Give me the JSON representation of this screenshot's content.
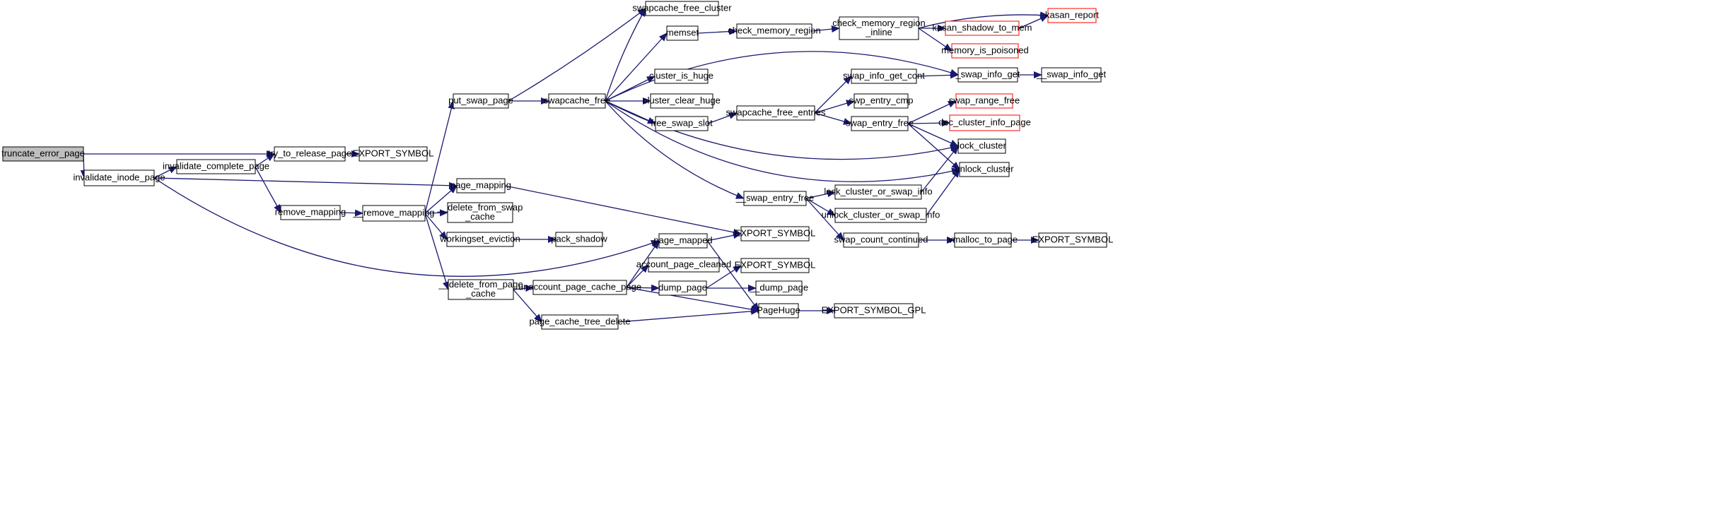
{
  "colors": {
    "edge": "#191970",
    "node_border": "#000000",
    "linked_node_border": "#ff0000",
    "root_fill": "#bfbfbf",
    "node_fill": "#ffffff"
  },
  "nodes": [
    {
      "id": "truncate_error_page",
      "lines": [
        "truncate_error_page"
      ],
      "root": true
    },
    {
      "id": "invalidate_inode_page",
      "lines": [
        "invalidate_inode_page"
      ]
    },
    {
      "id": "try_to_release_page",
      "lines": [
        "try_to_release_page"
      ]
    },
    {
      "id": "EXPORT_SYMBOL_1",
      "lines": [
        "EXPORT_SYMBOL"
      ]
    },
    {
      "id": "invalidate_complete_page",
      "lines": [
        "invalidate_complete_page"
      ]
    },
    {
      "id": "remove_mapping",
      "lines": [
        "remove_mapping"
      ]
    },
    {
      "id": "__remove_mapping",
      "lines": [
        "__remove_mapping"
      ]
    },
    {
      "id": "put_swap_page",
      "lines": [
        "put_swap_page"
      ]
    },
    {
      "id": "page_mapping",
      "lines": [
        "page_mapping"
      ]
    },
    {
      "id": "__delete_from_swap_cache",
      "lines": [
        "__delete_from_swap",
        "_cache"
      ]
    },
    {
      "id": "workingset_eviction",
      "lines": [
        "workingset_eviction"
      ]
    },
    {
      "id": "pack_shadow",
      "lines": [
        "pack_shadow"
      ]
    },
    {
      "id": "__delete_from_page_cache",
      "lines": [
        "__delete_from_page",
        "_cache"
      ]
    },
    {
      "id": "unaccount_page_cache_page",
      "lines": [
        "unaccount_page_cache_page"
      ]
    },
    {
      "id": "page_cache_tree_delete",
      "lines": [
        "page_cache_tree_delete"
      ]
    },
    {
      "id": "page_mapped",
      "lines": [
        "page_mapped"
      ]
    },
    {
      "id": "account_page_cleaned",
      "lines": [
        "account_page_cleaned"
      ]
    },
    {
      "id": "dump_page",
      "lines": [
        "dump_page"
      ]
    },
    {
      "id": "EXPORT_SYMBOL_2",
      "lines": [
        "EXPORT_SYMBOL"
      ]
    },
    {
      "id": "EXPORT_SYMBOL_3",
      "lines": [
        "EXPORT_SYMBOL"
      ]
    },
    {
      "id": "__dump_page",
      "lines": [
        "__dump_page"
      ]
    },
    {
      "id": "PageHuge",
      "lines": [
        "PageHuge"
      ]
    },
    {
      "id": "EXPORT_SYMBOL_GPL",
      "lines": [
        "EXPORT_SYMBOL_GPL"
      ]
    },
    {
      "id": "swapcache_free",
      "lines": [
        "swapcache_free"
      ]
    },
    {
      "id": "swapcache_free_cluster",
      "lines": [
        "swapcache_free_cluster"
      ]
    },
    {
      "id": "memset",
      "lines": [
        "memset"
      ]
    },
    {
      "id": "cluster_is_huge",
      "lines": [
        "cluster_is_huge"
      ]
    },
    {
      "id": "cluster_clear_huge",
      "lines": [
        "cluster_clear_huge"
      ]
    },
    {
      "id": "free_swap_slot",
      "lines": [
        "free_swap_slot"
      ]
    },
    {
      "id": "check_memory_region",
      "lines": [
        "check_memory_region"
      ]
    },
    {
      "id": "check_memory_region_inline",
      "lines": [
        "check_memory_region",
        "_inline"
      ]
    },
    {
      "id": "kasan_shadow_to_mem",
      "lines": [
        "kasan_shadow_to_mem"
      ],
      "linked": true
    },
    {
      "id": "kasan_report",
      "lines": [
        "kasan_report"
      ],
      "linked": true
    },
    {
      "id": "memory_is_poisoned",
      "lines": [
        "memory_is_poisoned"
      ],
      "linked": true
    },
    {
      "id": "_swap_info_get",
      "lines": [
        "_swap_info_get"
      ]
    },
    {
      "id": "__swap_info_get",
      "lines": [
        "__swap_info_get"
      ]
    },
    {
      "id": "swapcache_free_entries",
      "lines": [
        "swapcache_free_entries"
      ]
    },
    {
      "id": "swap_info_get_cont",
      "lines": [
        "swap_info_get_cont"
      ]
    },
    {
      "id": "swp_entry_cmp",
      "lines": [
        "swp_entry_cmp"
      ]
    },
    {
      "id": "swap_entry_free",
      "lines": [
        "swap_entry_free"
      ]
    },
    {
      "id": "swap_range_free",
      "lines": [
        "swap_range_free"
      ],
      "linked": true
    },
    {
      "id": "dec_cluster_info_page",
      "lines": [
        "dec_cluster_info_page"
      ],
      "linked": true
    },
    {
      "id": "lock_cluster",
      "lines": [
        "lock_cluster"
      ]
    },
    {
      "id": "unlock_cluster",
      "lines": [
        "unlock_cluster"
      ]
    },
    {
      "id": "__swap_entry_free",
      "lines": [
        "__swap_entry_free"
      ]
    },
    {
      "id": "lock_cluster_or_swap_info",
      "lines": [
        "lock_cluster_or_swap_info"
      ]
    },
    {
      "id": "unlock_cluster_or_swap_info",
      "lines": [
        "unlock_cluster_or_swap_info"
      ]
    },
    {
      "id": "swap_count_continued",
      "lines": [
        "swap_count_continued"
      ]
    },
    {
      "id": "vmalloc_to_page",
      "lines": [
        "vmalloc_to_page"
      ]
    },
    {
      "id": "EXPORT_SYMBOL_4",
      "lines": [
        "EXPORT_SYMBOL"
      ]
    }
  ],
  "edges": [
    [
      "truncate_error_page",
      "try_to_release_page"
    ],
    [
      "truncate_error_page",
      "invalidate_inode_page"
    ],
    [
      "invalidate_inode_page",
      "invalidate_complete_page"
    ],
    [
      "invalidate_inode_page",
      "page_mapping"
    ],
    [
      "invalidate_inode_page",
      "page_mapped"
    ],
    [
      "invalidate_complete_page",
      "try_to_release_page"
    ],
    [
      "invalidate_complete_page",
      "remove_mapping"
    ],
    [
      "try_to_release_page",
      "EXPORT_SYMBOL_1"
    ],
    [
      "remove_mapping",
      "__remove_mapping"
    ],
    [
      "__remove_mapping",
      "put_swap_page"
    ],
    [
      "__remove_mapping",
      "page_mapping"
    ],
    [
      "__remove_mapping",
      "__delete_from_swap_cache"
    ],
    [
      "__remove_mapping",
      "workingset_eviction"
    ],
    [
      "__remove_mapping",
      "__delete_from_page_cache"
    ],
    [
      "put_swap_page",
      "swapcache_free_cluster"
    ],
    [
      "put_swap_page",
      "swapcache_free"
    ],
    [
      "page_mapping",
      "EXPORT_SYMBOL_2"
    ],
    [
      "workingset_eviction",
      "pack_shadow"
    ],
    [
      "__delete_from_page_cache",
      "unaccount_page_cache_page"
    ],
    [
      "__delete_from_page_cache",
      "page_cache_tree_delete"
    ],
    [
      "unaccount_page_cache_page",
      "page_mapped"
    ],
    [
      "unaccount_page_cache_page",
      "account_page_cleaned"
    ],
    [
      "unaccount_page_cache_page",
      "dump_page"
    ],
    [
      "unaccount_page_cache_page",
      "PageHuge"
    ],
    [
      "page_cache_tree_delete",
      "PageHuge"
    ],
    [
      "page_mapped",
      "EXPORT_SYMBOL_2"
    ],
    [
      "page_mapped",
      "PageHuge"
    ],
    [
      "dump_page",
      "EXPORT_SYMBOL_3"
    ],
    [
      "dump_page",
      "__dump_page"
    ],
    [
      "PageHuge",
      "EXPORT_SYMBOL_GPL"
    ],
    [
      "swapcache_free",
      "swapcache_free_cluster"
    ],
    [
      "swapcache_free",
      "memset"
    ],
    [
      "swapcache_free",
      "_swap_info_get"
    ],
    [
      "swapcache_free",
      "cluster_is_huge"
    ],
    [
      "swapcache_free",
      "cluster_clear_huge"
    ],
    [
      "swapcache_free",
      "free_swap_slot"
    ],
    [
      "swapcache_free",
      "lock_cluster"
    ],
    [
      "swapcache_free",
      "unlock_cluster"
    ],
    [
      "swapcache_free",
      "__swap_entry_free"
    ],
    [
      "memset",
      "check_memory_region"
    ],
    [
      "check_memory_region",
      "check_memory_region_inline"
    ],
    [
      "check_memory_region_inline",
      "kasan_report"
    ],
    [
      "check_memory_region_inline",
      "kasan_shadow_to_mem"
    ],
    [
      "check_memory_region_inline",
      "memory_is_poisoned"
    ],
    [
      "kasan_shadow_to_mem",
      "kasan_report"
    ],
    [
      "_swap_info_get",
      "__swap_info_get"
    ],
    [
      "free_swap_slot",
      "swapcache_free_entries"
    ],
    [
      "swapcache_free_entries",
      "swap_info_get_cont"
    ],
    [
      "swapcache_free_entries",
      "swp_entry_cmp"
    ],
    [
      "swapcache_free_entries",
      "swap_entry_free"
    ],
    [
      "swap_info_get_cont",
      "_swap_info_get"
    ],
    [
      "swap_entry_free",
      "swap_range_free"
    ],
    [
      "swap_entry_free",
      "dec_cluster_info_page"
    ],
    [
      "swap_entry_free",
      "lock_cluster"
    ],
    [
      "swap_entry_free",
      "unlock_cluster"
    ],
    [
      "__swap_entry_free",
      "lock_cluster_or_swap_info"
    ],
    [
      "__swap_entry_free",
      "unlock_cluster_or_swap_info"
    ],
    [
      "__swap_entry_free",
      "swap_count_continued"
    ],
    [
      "lock_cluster_or_swap_info",
      "lock_cluster"
    ],
    [
      "unlock_cluster_or_swap_info",
      "unlock_cluster"
    ],
    [
      "swap_count_continued",
      "vmalloc_to_page"
    ],
    [
      "vmalloc_to_page",
      "EXPORT_SYMBOL_4"
    ]
  ]
}
